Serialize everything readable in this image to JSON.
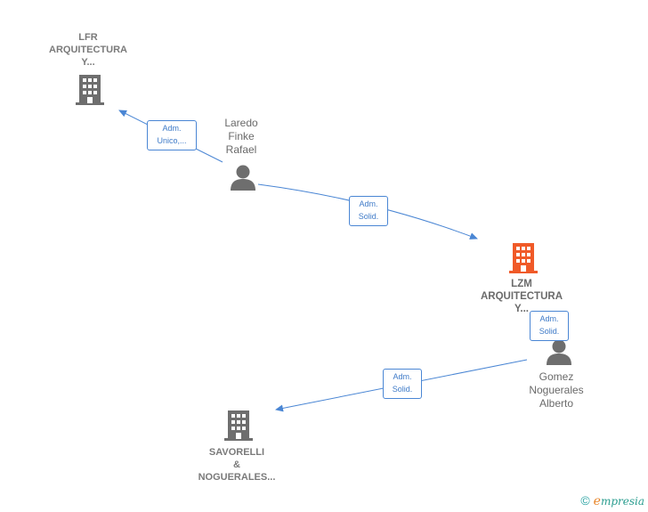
{
  "colors": {
    "edge": "#4a86d4",
    "building_main": "#f05a28",
    "building": "#6e6e6e",
    "person": "#6e6e6e"
  },
  "nodes": {
    "lfr": {
      "line1": "LFR",
      "line2": "ARQUITECTURA",
      "line3": "Y...",
      "icon": "building-icon"
    },
    "laredo": {
      "line1": "Laredo",
      "line2": "Finke",
      "line3": "Rafael",
      "icon": "person-icon"
    },
    "lzm": {
      "line1": "LZM",
      "line2": "ARQUITECTURA",
      "line3": "Y...",
      "icon": "building-icon"
    },
    "gomez": {
      "line1": "Gomez",
      "line2": "Noguerales",
      "line3": "Alberto",
      "icon": "person-icon"
    },
    "savorelli": {
      "line1": "SAVORELLI",
      "line2": "&",
      "line3": "NOGUERALES...",
      "icon": "building-icon"
    }
  },
  "relations": {
    "laredo_lfr": {
      "line1": "Adm.",
      "line2": "Unico,..."
    },
    "laredo_lzm": {
      "line1": "Adm.",
      "line2": "Solid."
    },
    "gomez_lzm": {
      "line1": "Adm.",
      "line2": "Solid."
    },
    "gomez_savorelli": {
      "line1": "Adm.",
      "line2": "Solid."
    }
  },
  "brand": {
    "copyright": "©",
    "initial": "e",
    "name": "mpresia"
  }
}
